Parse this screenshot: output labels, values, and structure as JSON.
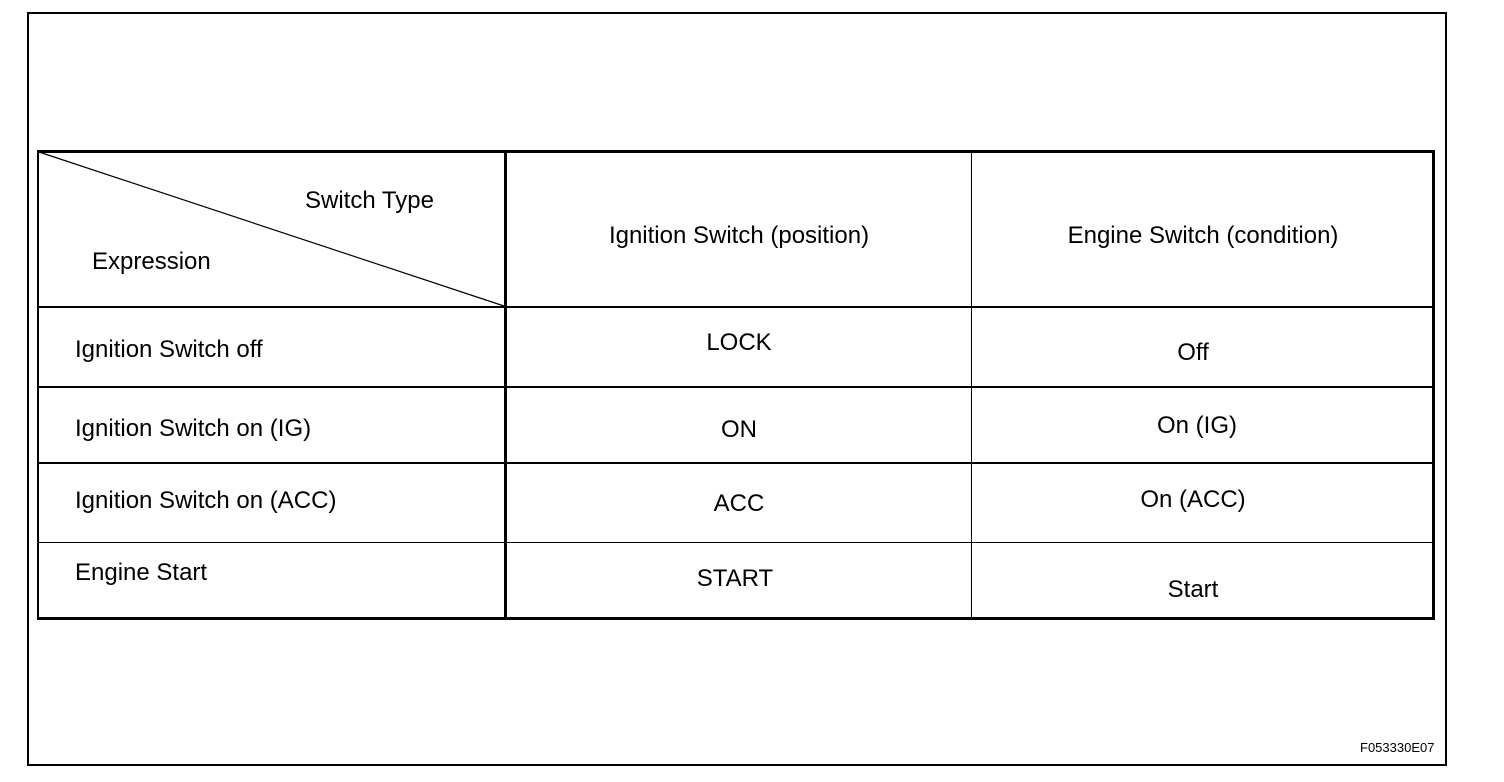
{
  "table": {
    "corner": {
      "top_label": "Switch Type",
      "bottom_label": "Expression"
    },
    "headers": [
      "Ignition Switch (position)",
      "Engine Switch (condition)"
    ],
    "rows": [
      {
        "expression": "Ignition Switch off",
        "ignition": "LOCK",
        "engine": "Off"
      },
      {
        "expression": "Ignition Switch on (IG)",
        "ignition": "ON",
        "engine": "On (IG)"
      },
      {
        "expression": "Ignition Switch on (ACC)",
        "ignition": "ACC",
        "engine": "On (ACC)"
      },
      {
        "expression": "Engine Start",
        "ignition": "START",
        "engine": "Start"
      }
    ]
  },
  "figure_code": "F053330E07"
}
